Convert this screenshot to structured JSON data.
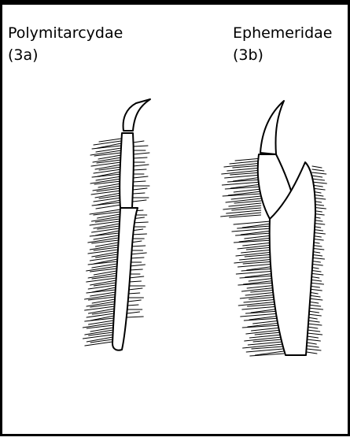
{
  "figure": {
    "left": {
      "family": "Polymitarcydae",
      "code": "(3a)"
    },
    "right": {
      "family": "Ephemeridae",
      "code": "(3b)"
    }
  }
}
